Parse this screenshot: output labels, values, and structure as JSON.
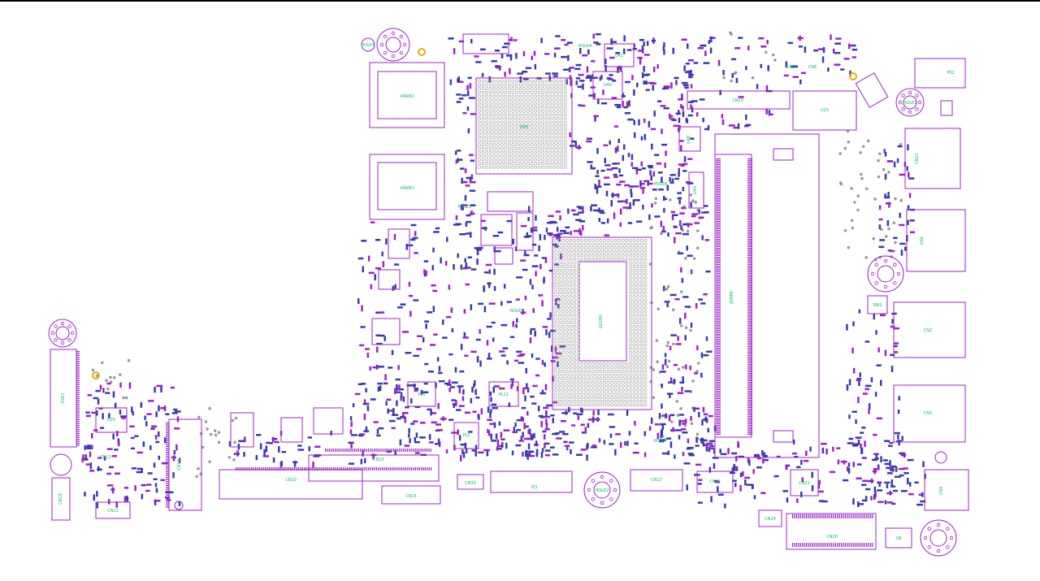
{
  "colors": {
    "background": "#ffffff",
    "outline": "#a020c8",
    "pad": "#3a3ab0",
    "label": "#00c060",
    "via": "#9a9a9a",
    "fiducial": "#e0b000"
  },
  "labels": {
    "vram2": "VRAM2",
    "vram1": "VRAM1",
    "gpu": "GPU",
    "cpu": "U6200",
    "cn20": "CN20",
    "u25": "U25",
    "dimm_upper": "JDIMM",
    "ps2": "PS2",
    "hole1": "HOLE1",
    "hole2": "HOLE2",
    "hole3": "HOLE3",
    "hole4": "HOLE4",
    "hole5": "HOLE5",
    "hole6": "HOLE6",
    "hole7": "HOLE7",
    "hole8": "HOLE8",
    "cn21": "CN21",
    "cn1": "CN1",
    "cn2": "CN2",
    "cn3": "CN3",
    "cn4": "CN4",
    "cn5": "CN5",
    "cn6": "CN6",
    "cn10": "CN10",
    "cn11": "CN11",
    "cn12": "CN12",
    "cn13": "CN13",
    "cn14": "CN14",
    "cn15": "CN15",
    "cn16": "CN16",
    "cn18": "CN18",
    "cn19": "CN19",
    "cn22": "CN22",
    "cn24": "CN24",
    "cn30": "CN30",
    "u26": "U26",
    "pl11": "PL11",
    "pl5": "PL5",
    "pl1": "PL1",
    "pj1": "PJ1",
    "ssd1": "SSD1",
    "u44": "U44",
    "u48": "U48",
    "u40": "U40",
    "u41": "U41",
    "sw": "SW1",
    "u8": "U8"
  }
}
